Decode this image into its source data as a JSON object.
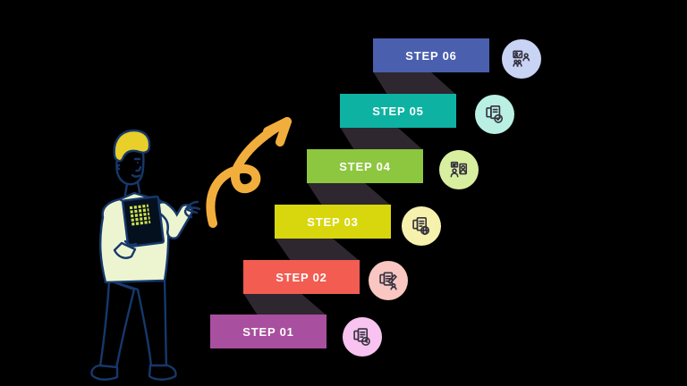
{
  "colors": {
    "background": "#000000",
    "ribbon": "#2e2730",
    "arrow": "#f2ae3c",
    "label_text": "#ffffff",
    "icon_stroke": "#35313f",
    "outline": "#16386b",
    "hair": "#e8cf2a",
    "shirt": "#edf5d0",
    "tablet": "#05101f",
    "tablet_grid": "#cde04a"
  },
  "steps": [
    {
      "label": "STEP 01",
      "bar_color": "#a94f9f",
      "icon_bg": "#f8c3f0",
      "icon": "document-clock-icon"
    },
    {
      "label": "STEP 02",
      "bar_color": "#f25c51",
      "icon_bg": "#f9c6c1",
      "icon": "clipboard-edit-person-icon"
    },
    {
      "label": "STEP 03",
      "bar_color": "#d8d70e",
      "icon_bg": "#f6f2ad",
      "icon": "document-globe-icon"
    },
    {
      "label": "STEP 04",
      "bar_color": "#8dc63f",
      "icon_bg": "#d9efa0",
      "icon": "people-discussion-icon"
    },
    {
      "label": "STEP 05",
      "bar_color": "#0db2a2",
      "icon_bg": "#b9f0e3",
      "icon": "document-check-icon"
    },
    {
      "label": "STEP 06",
      "bar_color": "#4a5fae",
      "icon_bg": "#c9d4f4",
      "icon": "team-presentation-icon"
    }
  ]
}
